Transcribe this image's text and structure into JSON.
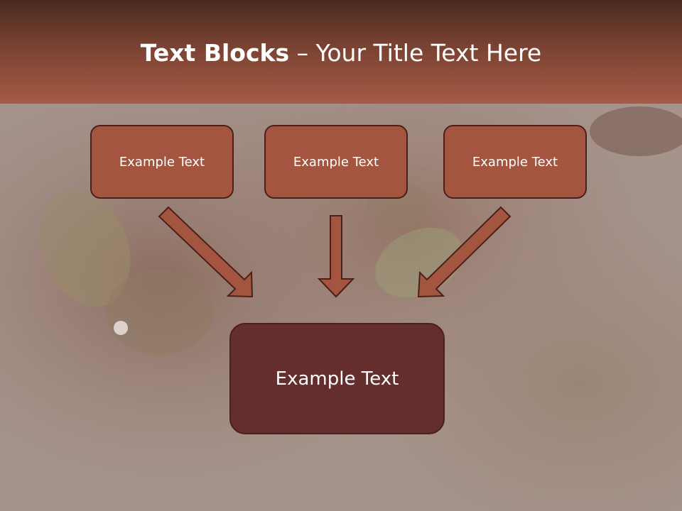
{
  "slide": {
    "title_bold": "Text Blocks",
    "title_rest": " – Your Title Text Here"
  },
  "diagram": {
    "top_boxes": [
      {
        "label": "Example Text"
      },
      {
        "label": "Example Text"
      },
      {
        "label": "Example Text"
      }
    ],
    "center_box": {
      "label": "Example Text"
    }
  },
  "colors": {
    "header_dark": "#4a2a20",
    "header_light": "#a65a45",
    "box_fill": "#a4553f",
    "box_border": "#4b2019",
    "center_fill": "#642e2f",
    "arrow_fill": "#a4553f"
  }
}
